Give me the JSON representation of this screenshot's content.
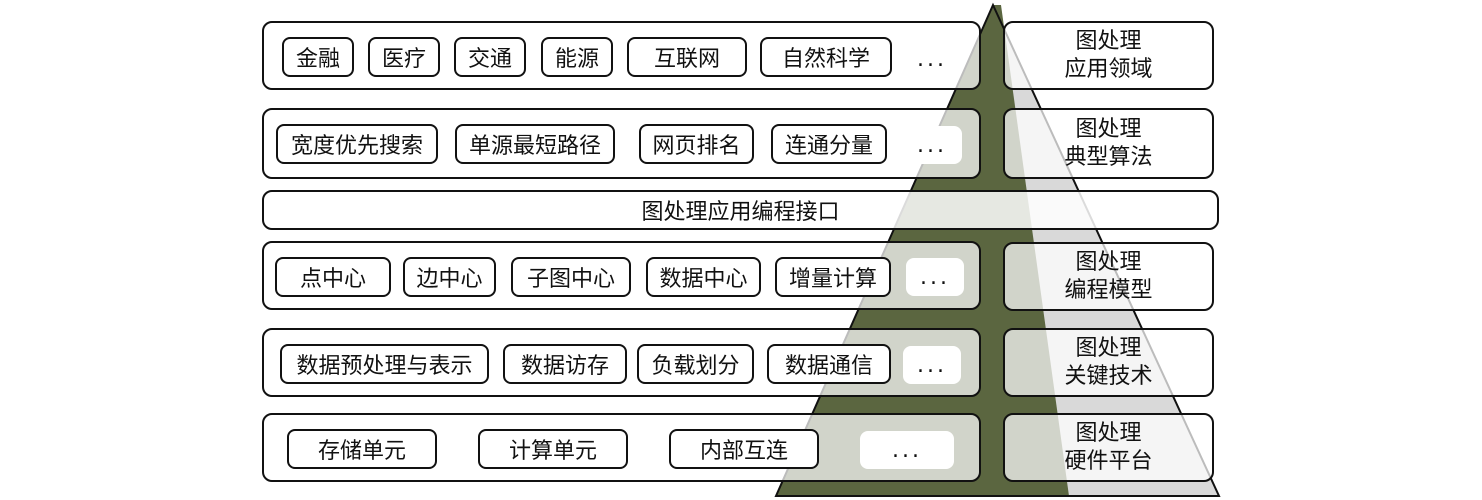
{
  "colors": {
    "pyramid_fill": "#5b6640",
    "pyramid_light": "#d9d9d9",
    "line": "#111111",
    "background": "#ffffff"
  },
  "layers": [
    {
      "id": "applications",
      "items": [
        "金融",
        "医疗",
        "交通",
        "能源",
        "互联网",
        "自然科学"
      ],
      "ellipsis": "...",
      "side_label": [
        "图处理",
        "应用领域"
      ]
    },
    {
      "id": "algorithms",
      "items": [
        "宽度优先搜索",
        "单源最短路径",
        "网页排名",
        "连通分量"
      ],
      "ellipsis": "...",
      "side_label": [
        "图处理",
        "典型算法"
      ]
    },
    {
      "id": "api",
      "label": "图处理应用编程接口"
    },
    {
      "id": "programming-models",
      "items": [
        "点中心",
        "边中心",
        "子图中心",
        "数据中心",
        "增量计算"
      ],
      "ellipsis": "...",
      "side_label": [
        "图处理",
        "编程模型"
      ]
    },
    {
      "id": "key-technologies",
      "items": [
        "数据预处理与表示",
        "数据访存",
        "负载划分",
        "数据通信"
      ],
      "ellipsis": "...",
      "side_label": [
        "图处理",
        "关键技术"
      ]
    },
    {
      "id": "hardware",
      "items": [
        "存储单元",
        "计算单元",
        "内部互连"
      ],
      "ellipsis": "...",
      "side_label": [
        "图处理",
        "硬件平台"
      ]
    }
  ]
}
